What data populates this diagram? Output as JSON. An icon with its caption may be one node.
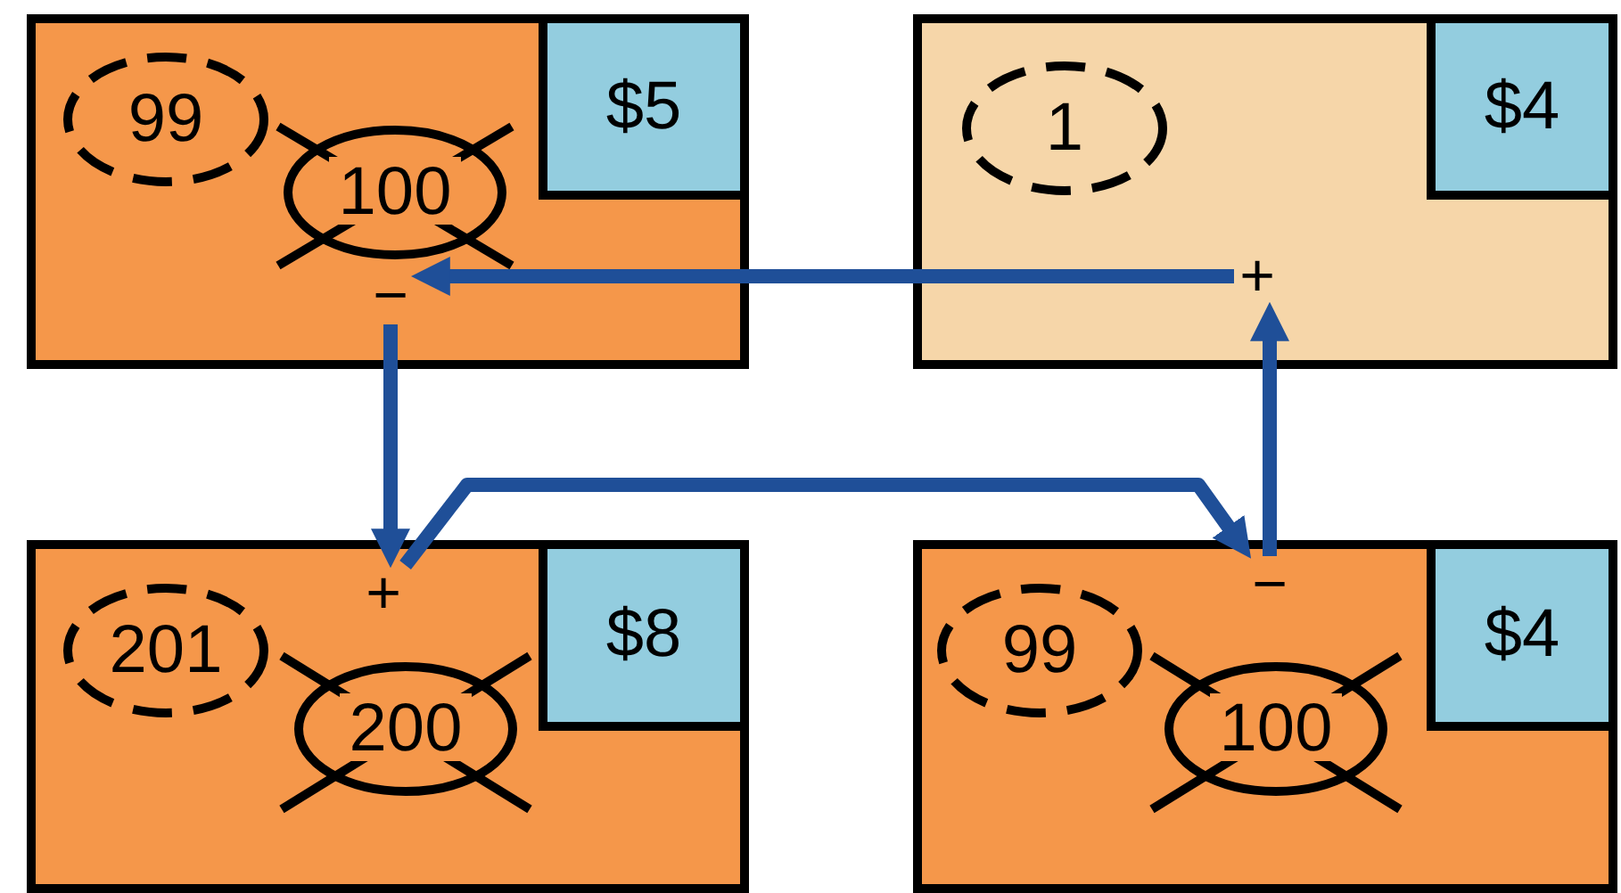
{
  "diagram": {
    "nodes": [
      {
        "text": [],
        "shape": "box"
      },
      {
        "text": [
          "99"
        ],
        "in": 0
      },
      {
        "text": [
          "100"
        ],
        "in": 0
      },
      {
        "text": [
          "$5"
        ],
        "in": 0
      },
      {
        "text": [
          "−"
        ],
        "in": 0
      },
      {
        "text": [],
        "shape": "box"
      },
      {
        "text": [
          "1"
        ],
        "in": 5
      },
      {
        "text": [
          "$4"
        ],
        "in": 5
      },
      {
        "text": [
          "+"
        ],
        "in": 5
      },
      {
        "text": [],
        "shape": "box"
      },
      {
        "text": [
          "+"
        ],
        "in": 9
      },
      {
        "text": [
          "201"
        ],
        "in": 9
      },
      {
        "text": [
          "200"
        ],
        "in": 9
      },
      {
        "text": [
          "$8"
        ],
        "in": 9
      },
      {
        "text": [],
        "shape": "box"
      },
      {
        "text": [
          "−"
        ],
        "in": 14
      },
      {
        "text": [
          "99"
        ],
        "in": 14
      },
      {
        "text": [
          "100"
        ],
        "in": 14
      },
      {
        "text": [
          "$4"
        ],
        "in": 14
      }
    ],
    "edges": [
      {
        "from": 8,
        "to": 4,
        "arrow": "to"
      },
      {
        "from": 4,
        "to": 10,
        "arrow": "to"
      },
      {
        "from": 10,
        "to": 15,
        "arrow": "to"
      },
      {
        "from": 15,
        "to": 8,
        "arrow": "to"
      }
    ]
  }
}
